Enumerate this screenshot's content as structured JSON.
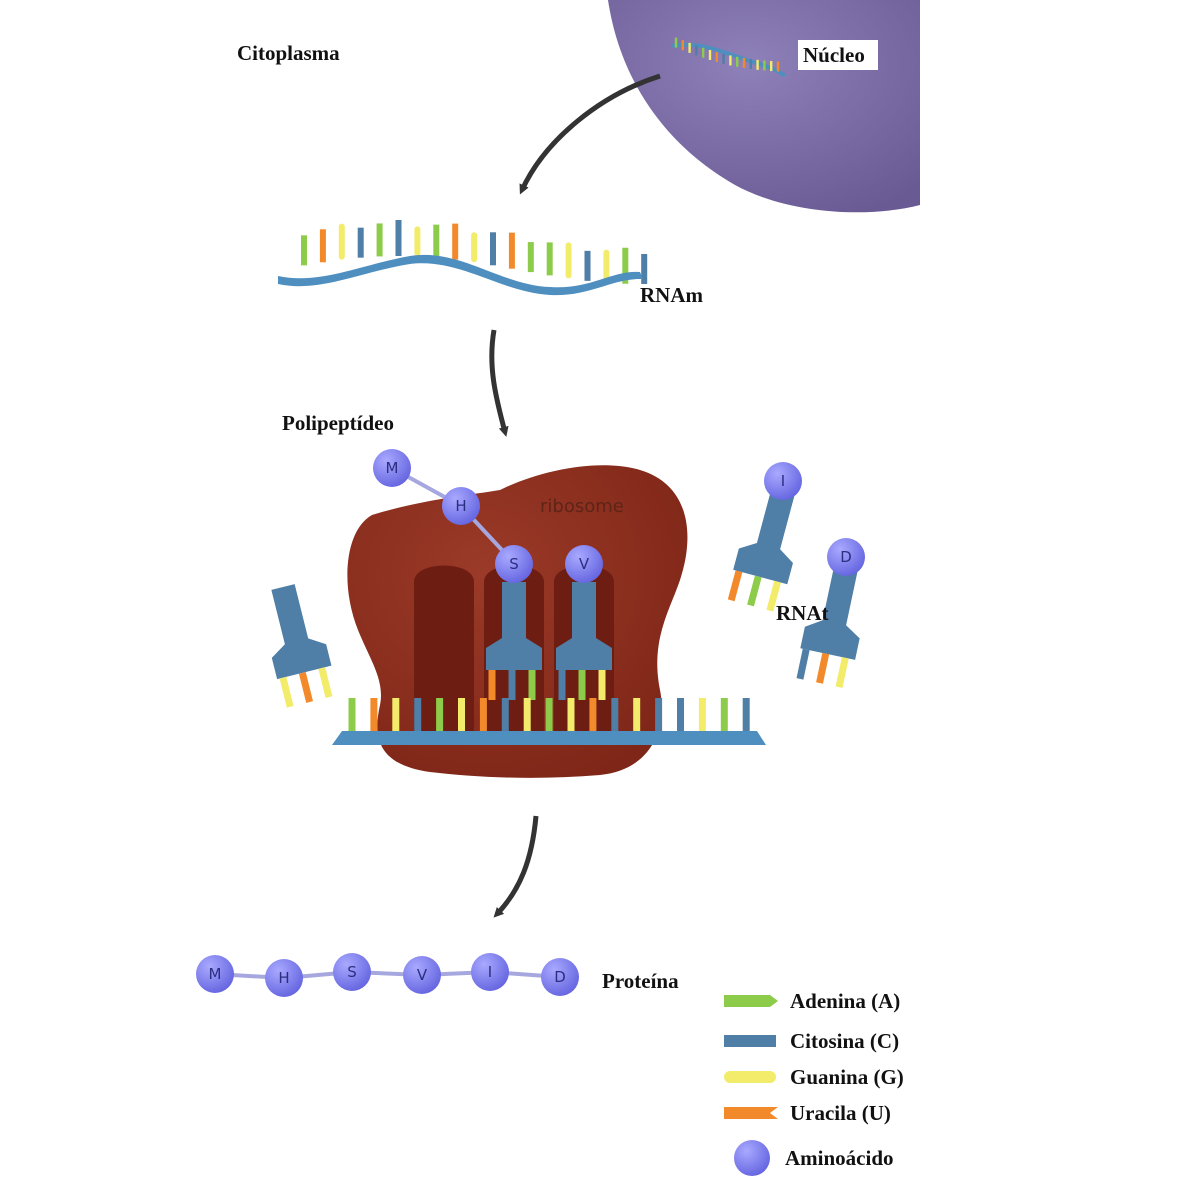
{
  "labels": {
    "cytoplasm": "Citoplasma",
    "nucleus": "Núcleo",
    "mrna": "RNAm",
    "polypeptide": "Polipeptídeo",
    "ribosome": "ribosome",
    "trna": "RNAt",
    "protein": "Proteína"
  },
  "colors": {
    "adenine": "#8ccc4a",
    "cytosine": "#4f7ea6",
    "guanine": "#f2ec6a",
    "uracil": "#f28a2c",
    "amino_acid": "#7b7be8",
    "ribosome": "#8b2a1c",
    "nucleus": "#7a6aa0",
    "backbone": "#4f8fc0"
  },
  "legend": [
    {
      "label": "Adenina (A)",
      "base": "adenine",
      "shape": "arrow-bar"
    },
    {
      "label": "Citosina (C)",
      "base": "cytosine",
      "shape": "bar"
    },
    {
      "label": "Guanina (G)",
      "base": "guanine",
      "shape": "round-bar"
    },
    {
      "label": "Uracila (U)",
      "base": "uracil",
      "shape": "notch-bar"
    },
    {
      "label": "Aminoácido",
      "base": "amino_acid",
      "shape": "circle"
    }
  ],
  "polypeptide_chain": [
    "M",
    "H",
    "S",
    "V"
  ],
  "bound_trna": [
    "S",
    "V"
  ],
  "free_trna": [
    "I",
    "D"
  ],
  "protein_chain": [
    "M",
    "H",
    "S",
    "V",
    "I",
    "D"
  ]
}
